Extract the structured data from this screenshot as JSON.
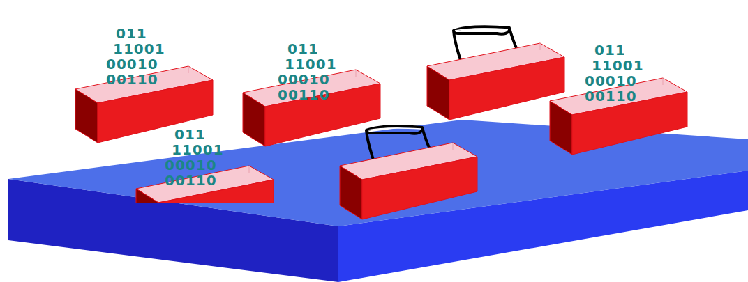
{
  "diagram": {
    "labels": [
      "011",
      "11001",
      "00010",
      "00110",
      "011",
      "11001",
      "00010",
      "00110",
      "011",
      "11001",
      "00010",
      "00110",
      "011",
      "11001",
      "00010",
      "00110"
    ]
  }
}
